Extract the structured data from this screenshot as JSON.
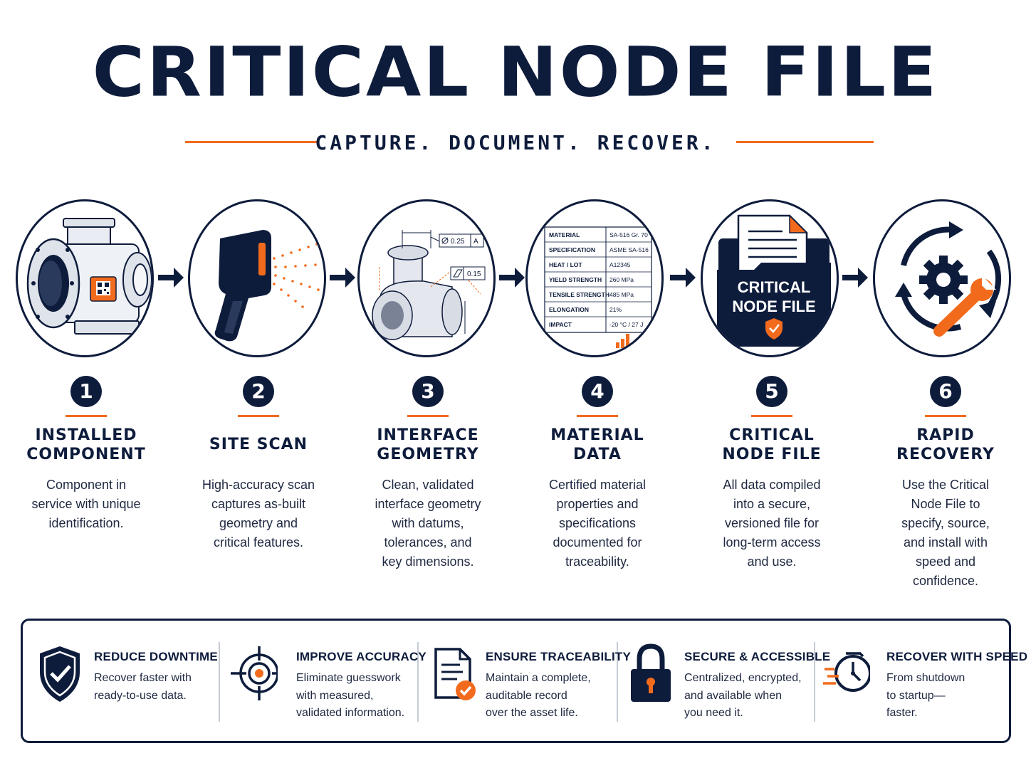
{
  "header": {
    "title": "CRITICAL NODE FILE",
    "subtitle": "CAPTURE. DOCUMENT. RECOVER."
  },
  "colors": {
    "navy": "#0e1c3c",
    "orange": "#f26b1d",
    "gray": "#c6ccd6"
  },
  "steps": [
    {
      "number": "1",
      "title_line1": "INSTALLED",
      "title_line2": "COMPONENT",
      "desc": [
        "Component in",
        "service with unique",
        "identification."
      ],
      "icon": "valve-with-qr-tag-icon"
    },
    {
      "number": "2",
      "title_line1": "SITE SCAN",
      "title_line2": "",
      "desc": [
        "High-accuracy scan",
        "captures as-built",
        "geometry and",
        "critical features."
      ],
      "icon": "handheld-scanner-icon"
    },
    {
      "number": "3",
      "title_line1": "INTERFACE",
      "title_line2": "GEOMETRY",
      "desc": [
        "Clean, validated",
        "interface geometry",
        "with datums,",
        "tolerances, and",
        "key dimensions."
      ],
      "icon": "dimensioned-part-icon",
      "callouts": {
        "flatness": "0.25",
        "datum": "A",
        "cylindricity": "0.15"
      }
    },
    {
      "number": "4",
      "title_line1": "MATERIAL",
      "title_line2": "DATA",
      "desc": [
        "Certified material",
        "properties and",
        "specifications",
        "documented for",
        "traceability."
      ],
      "icon": "material-sheet-icon",
      "table": [
        [
          "MATERIAL",
          "SA-516 Gr. 70"
        ],
        [
          "SPECIFICATION",
          "ASME SA-516"
        ],
        [
          "HEAT / LOT",
          "A12345"
        ],
        [
          "YIELD STRENGTH",
          "260 MPa"
        ],
        [
          "TENSILE STRENGTH",
          "485 MPa"
        ],
        [
          "ELONGATION",
          "21%"
        ],
        [
          "IMPACT",
          "-20 °C / 27 J"
        ]
      ]
    },
    {
      "number": "5",
      "title_line1": "CRITICAL",
      "title_line2": "NODE FILE",
      "desc": [
        "All data compiled",
        "into a secure,",
        "versioned file for",
        "long-term access",
        "and use."
      ],
      "icon": "secure-folder-icon",
      "folder_label_1": "CRITICAL",
      "folder_label_2": "NODE FILE"
    },
    {
      "number": "6",
      "title_line1": "RAPID",
      "title_line2": "RECOVERY",
      "desc": [
        "Use the Critical",
        "Node File to",
        "specify, source,",
        "and install with",
        "speed and",
        "confidence."
      ],
      "icon": "gear-wrench-cycle-icon"
    }
  ],
  "benefits": [
    {
      "title": "REDUCE DOWNTIME",
      "desc": [
        "Recover faster with",
        "ready-to-use data."
      ],
      "icon": "shield-check-icon"
    },
    {
      "title": "IMPROVE ACCURACY",
      "desc": [
        "Eliminate guesswork",
        "with measured,",
        "validated information."
      ],
      "icon": "target-icon"
    },
    {
      "title": "ENSURE TRACEABILITY",
      "desc": [
        "Maintain a complete,",
        "auditable record",
        "over the asset life."
      ],
      "icon": "document-check-icon"
    },
    {
      "title": "SECURE & ACCESSIBLE",
      "desc": [
        "Centralized, encrypted,",
        "and available when",
        "you need it."
      ],
      "icon": "padlock-icon"
    },
    {
      "title": "RECOVER WITH SPEED",
      "desc": [
        "From shutdown",
        "to startup—",
        "faster."
      ],
      "icon": "fast-clock-icon"
    }
  ]
}
